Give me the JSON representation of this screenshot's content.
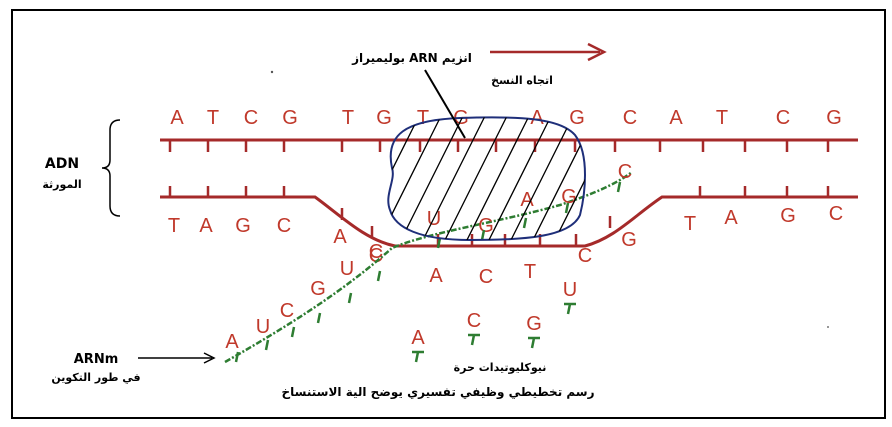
{
  "colors": {
    "dna": "#a52a2a",
    "letters": "#c0392b",
    "rna": "#2e7d32",
    "enzyme_outline": "#1f2f7a",
    "frame": "#000000"
  },
  "labels": {
    "enzyme": "انزيم ARN بوليميراز",
    "direction": "اتجاه النسخ",
    "adn": "ADN",
    "adn_sub": "المورثة",
    "arnm": "ARNm",
    "arnm_sub": "في طور التكوين",
    "free_nucleotides": "نيوكليوتيدات حرة",
    "caption": "رسم تخطيطي وظيفي تفسيري  يوضح الية الاستنساخ"
  },
  "strands": {
    "top_strand": [
      "A",
      "T",
      "C",
      "G",
      "T",
      "G",
      "T",
      "G",
      "A",
      "G",
      "C",
      "A",
      "T",
      "C",
      "G"
    ],
    "bottom_left": [
      "T",
      "A",
      "G",
      "C"
    ],
    "bottom_bubble": [
      "A",
      "C",
      "A",
      "C",
      "T",
      "C",
      "G"
    ],
    "bottom_right": [
      "T",
      "A",
      "G",
      "C"
    ],
    "mrna": [
      "A",
      "U",
      "C",
      "G",
      "U",
      "C",
      "U",
      "G",
      "A",
      "G",
      "C"
    ],
    "free_nucleotides": [
      "A",
      "C",
      "G",
      "U"
    ]
  }
}
